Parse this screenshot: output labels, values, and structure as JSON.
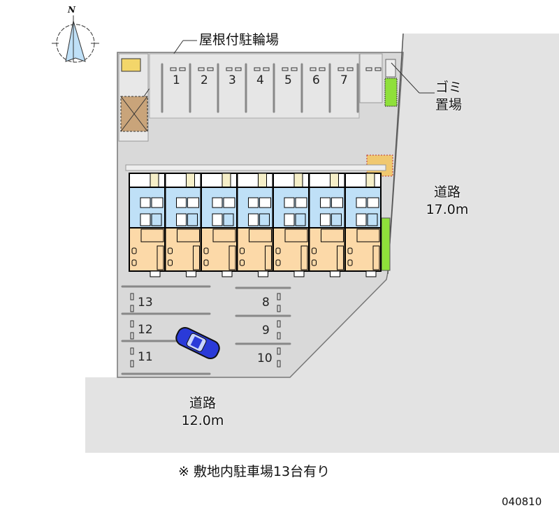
{
  "labels": {
    "bicycle_shelter": "屋根付駐輪場",
    "garbage_line1": "ゴミ",
    "garbage_line2": "置場",
    "east_road_name": "道路",
    "east_road_width": "17.0m",
    "south_road_name": "道路",
    "south_road_width": "12.0m",
    "compass_north": "N",
    "footnote": "※ 敷地内駐車場13台有り",
    "code": "040810"
  },
  "parking_top": [
    "1",
    "2",
    "3",
    "4",
    "5",
    "6",
    "7"
  ],
  "parking_bottom_left": [
    "13",
    "12",
    "11"
  ],
  "parking_bottom_right": [
    "8",
    "9",
    "10"
  ],
  "units": 7,
  "colors": {
    "road": "#e3e3e3",
    "site": "#d9d9d9",
    "unit_wet": "#bfe0f7",
    "unit_room": "#fcd9a8",
    "green": "#8fe03a",
    "car": "#2a3ad8"
  }
}
